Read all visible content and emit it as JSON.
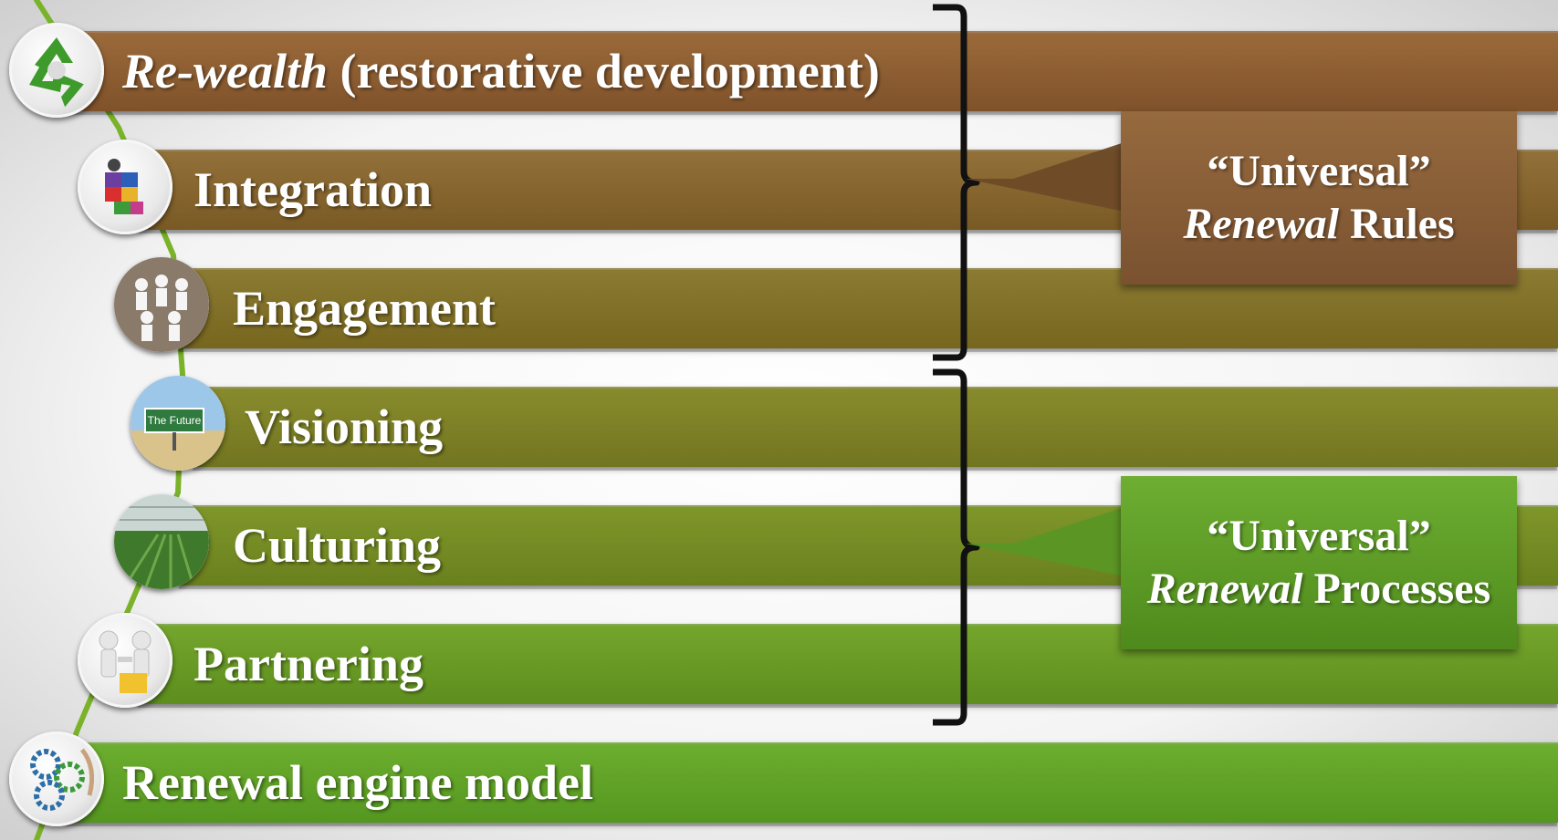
{
  "bars": [
    {
      "title_italic": "Re-wealth",
      "title_rest": " (restorative development)",
      "icon": "recycle-icon"
    },
    {
      "title_italic": "",
      "title_rest": "Integration",
      "icon": "puzzle-people-icon"
    },
    {
      "title_italic": "",
      "title_rest": "Engagement",
      "icon": "paper-chain-people-icon"
    },
    {
      "title_italic": "",
      "title_rest": "Visioning",
      "icon": "future-road-sign-icon",
      "icon_text": "The Future"
    },
    {
      "title_italic": "",
      "title_rest": "Culturing",
      "icon": "greenhouse-crops-icon"
    },
    {
      "title_italic": "",
      "title_rest": "Partnering",
      "icon": "handshake-figures-icon"
    },
    {
      "title_italic": "",
      "title_rest": "Renewal engine model",
      "icon": "gears-icon"
    }
  ],
  "callouts": {
    "rules": {
      "line1": "“Universal”",
      "line2_italic": "Renewal",
      "line2_rest": " Rules"
    },
    "processes": {
      "line1": "“Universal”",
      "line2_italic": "Renewal",
      "line2_rest": " Processes"
    }
  },
  "colors": {
    "bar_colors": [
      "#8c5c2e",
      "#87632a",
      "#836f26",
      "#7d7f22",
      "#748a20",
      "#679a22",
      "#5f9f25"
    ],
    "rules_callout": "#8a5e35",
    "processes_callout": "#5e9a26",
    "connector_line": "#7ab32a",
    "bracket": "#111111"
  }
}
